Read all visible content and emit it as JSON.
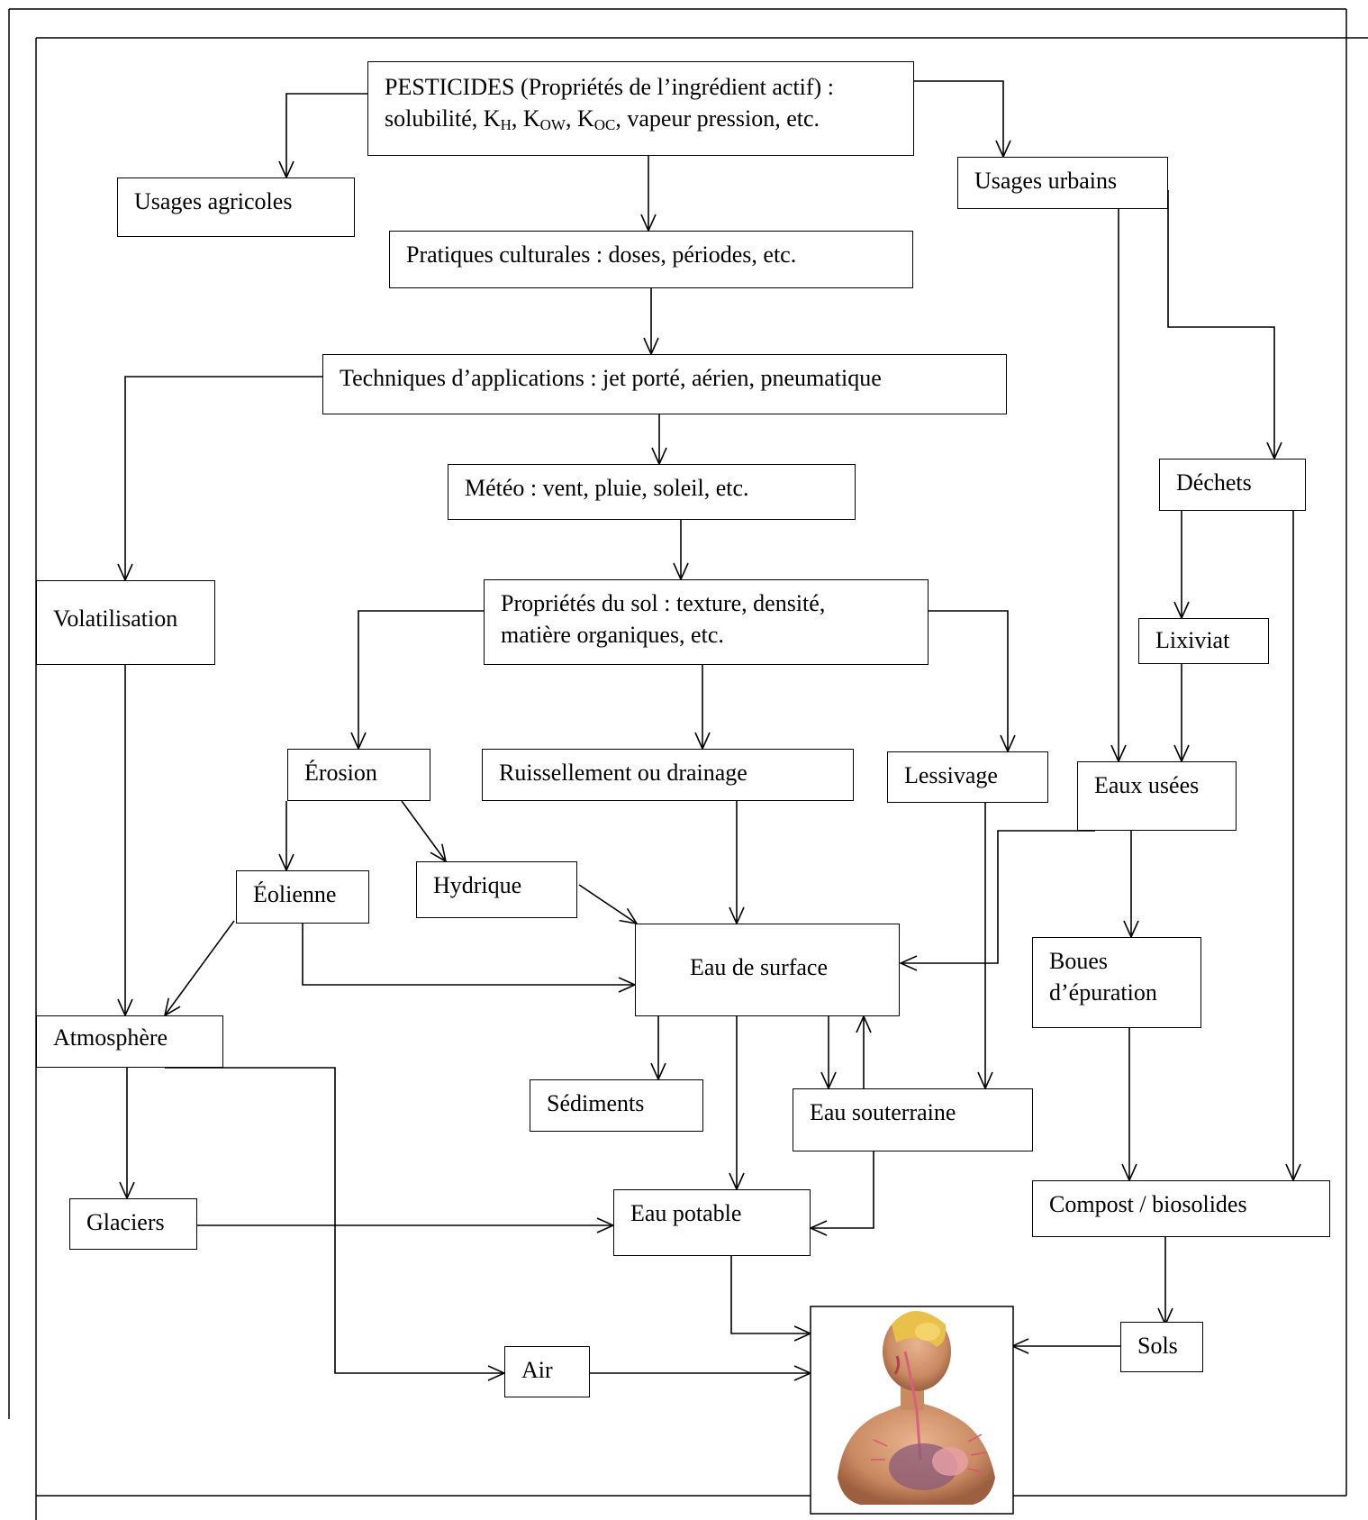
{
  "diagram": {
    "pesticides": {
      "line1": "PESTICIDES (Propriétés de l’ingrédient actif) :",
      "line2_start": "solubilité, K",
      "sub_h": "H",
      "sep1": ", K",
      "sub_ow": "OW",
      "sep2": ", K",
      "sub_oc": "OC",
      "line2_end": ", vapeur pression, etc."
    },
    "usages_agricoles": "Usages agricoles",
    "usages_urbains": "Usages urbains",
    "pratiques": "Pratiques culturales : doses, périodes, etc.",
    "techniques": "Techniques d’applications : jet porté, aérien, pneumatique",
    "meteo": "Météo : vent, pluie, soleil, etc.",
    "proprietes_line1": "Propriétés du sol : texture, densité,",
    "proprietes_line2": "matière organiques, etc.",
    "volatilisation": "Volatilisation",
    "dechets": "Déchets",
    "lixiviat": "Lixiviat",
    "erosion": "Érosion",
    "ruissellement": "Ruissellement ou drainage",
    "lessivage": "Lessivage",
    "eaux_usees": "Eaux usées",
    "eolienne": "Éolienne",
    "hydrique": "Hydrique",
    "eau_surface": "Eau de surface",
    "boues_line1": "Boues",
    "boues_line2": "d’épuration",
    "atmosphere": "Atmosphère",
    "sediments": "Sédiments",
    "eau_souterraine": "Eau souterraine",
    "glaciers": "Glaciers",
    "eau_potable": "Eau potable",
    "compost": "Compost / biosolides",
    "air": "Air",
    "sols": "Sols",
    "human_icon": "human-body-organs-illustration"
  }
}
